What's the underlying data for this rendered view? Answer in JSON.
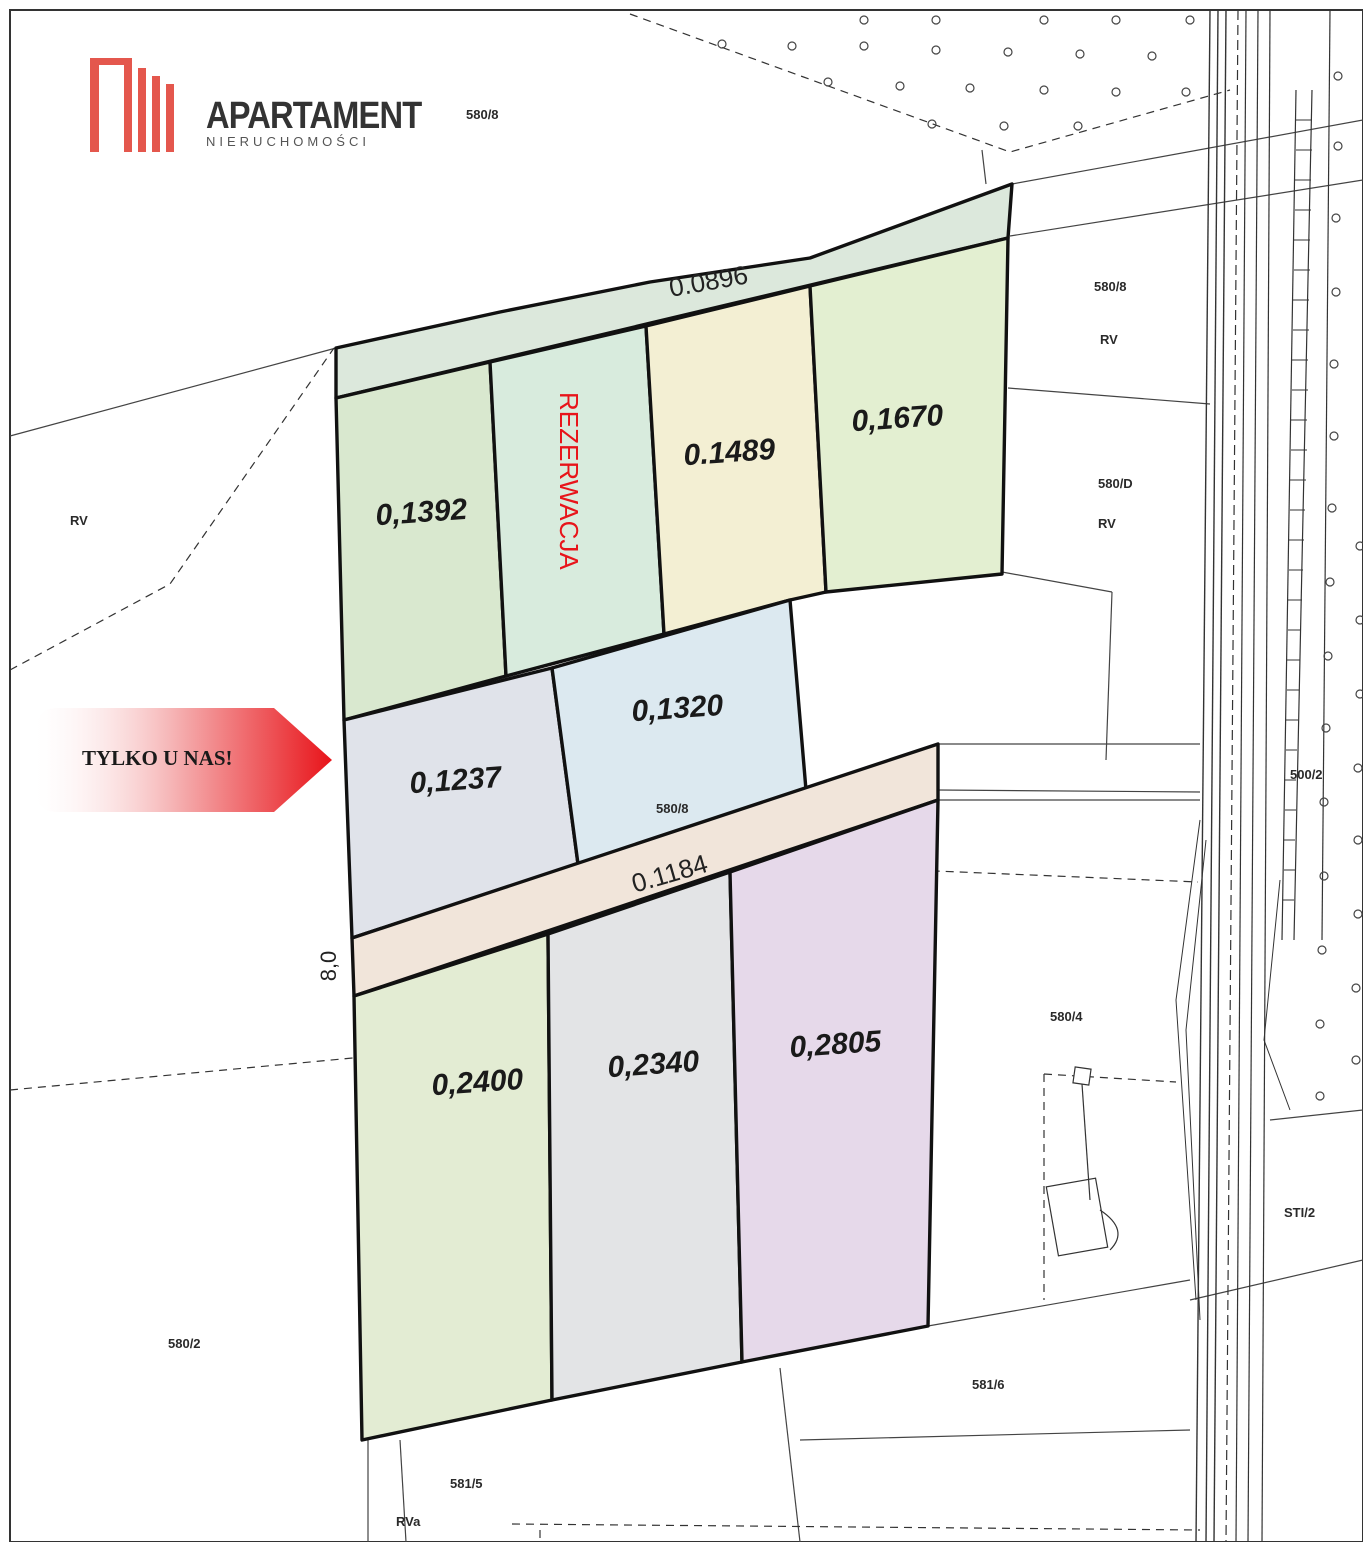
{
  "logo": {
    "brand": "APARTAMENT",
    "subtitle": "NIERUCHOMOŚCI",
    "brand_color": "#e4574d"
  },
  "badge": {
    "text": "TYLKO U NAS!",
    "color": "#e8141a"
  },
  "plots": {
    "strip_top": "0.0896",
    "p1": "0,1392",
    "p2_status": "REZERWACJA",
    "p3": "0.1489",
    "p4": "0,1670",
    "p5": "0,1237",
    "p6": "0,1320",
    "strip_mid": "0.1184",
    "p7": "0,2400",
    "p8": "0,2340",
    "p9": "0,2805"
  },
  "road_width": "8,0",
  "parcel_refs": {
    "r1": "580/8",
    "r2": "580/8",
    "r3": "RV",
    "r4": "580/D",
    "r5": "RV",
    "r6": "RV",
    "r7": "580/8",
    "r8": "500/2",
    "r9": "580/4",
    "r10": "STI/2",
    "r11": "580/2",
    "r12": "581/6",
    "r13": "581/5",
    "r14": "RVa"
  },
  "colors": {
    "strip_top": "#dce8dc",
    "p1": "#d9e8cf",
    "p2": "#d8ebdd",
    "p3": "#f3efd3",
    "p4": "#e3efd1",
    "p5": "#e0e3ea",
    "p6": "#dce9f0",
    "strip_mid": "#f1e5da",
    "p7": "#e3ecd3",
    "p8": "#e3e4e6",
    "p9": "#e6d9ea"
  }
}
